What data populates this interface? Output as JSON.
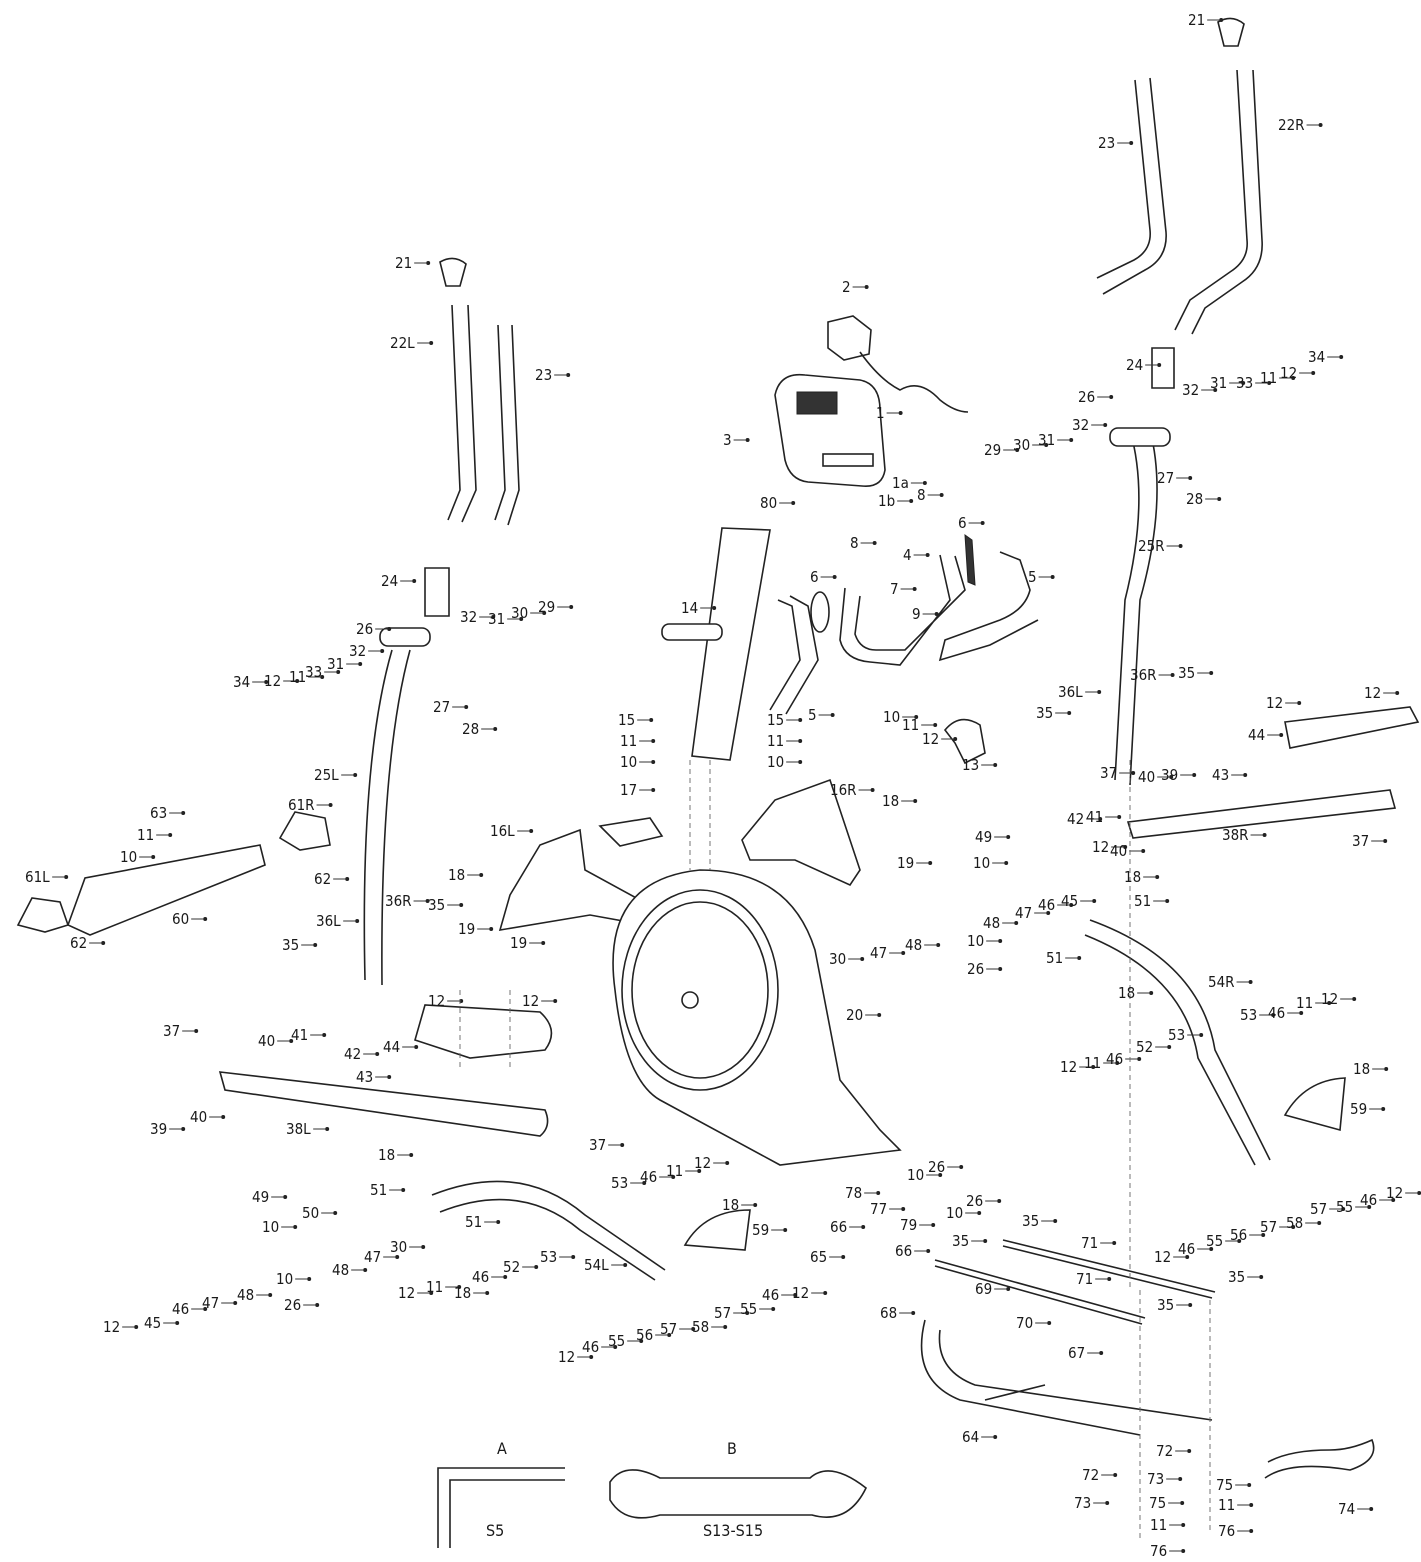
{
  "parts": {
    "p1": "1",
    "p1a": "1a",
    "p1b": "1b",
    "p2": "2",
    "p3": "3",
    "p4": "4",
    "p5a": "5",
    "p5b": "5",
    "p6a": "6",
    "p6b": "6",
    "p7": "7",
    "p8a": "8",
    "p8b": "8",
    "p9": "9",
    "p10a": "10",
    "p10b": "10",
    "p10c": "10",
    "p10d": "10",
    "p10e": "10",
    "p10f": "10",
    "p10g": "10",
    "p10h": "10",
    "p10i": "10",
    "p10j": "10",
    "p10k": "10",
    "p11a": "11",
    "p11b": "11",
    "p11c": "11",
    "p11d": "11",
    "p11e": "11",
    "p11f": "11",
    "p11g": "11",
    "p11h": "11",
    "p11i": "11",
    "p11j": "11",
    "p11k": "11",
    "p11l": "11",
    "p12a": "12",
    "p12b": "12",
    "p12c": "12",
    "p12d": "12",
    "p12e": "12",
    "p12f": "12",
    "p12g": "12",
    "p12h": "12",
    "p12i": "12",
    "p12j": "12",
    "p12k": "12",
    "p12l": "12",
    "p12m": "12",
    "p12n": "12",
    "p12o": "12",
    "p12p": "12",
    "p12q": "12",
    "p13": "13",
    "p14": "14",
    "p15a": "15",
    "p15b": "15",
    "p16L": "16L",
    "p16R": "16R",
    "p17": "17",
    "p18a": "18",
    "p18b": "18",
    "p18c": "18",
    "p18d": "18",
    "p18e": "18",
    "p18f": "18",
    "p18g": "18",
    "p18h": "18",
    "p18i": "18",
    "p19a": "19",
    "p19b": "19",
    "p19c": "19",
    "p20": "20",
    "p21a": "21",
    "p21b": "21",
    "p22L": "22L",
    "p22R": "22R",
    "p23a": "23",
    "p23b": "23",
    "p24a": "24",
    "p24b": "24",
    "p25L": "25L",
    "p25R": "25R",
    "p26a": "26",
    "p26b": "26",
    "p26c": "26",
    "p26d": "26",
    "p26e": "26",
    "p26f": "26",
    "p27a": "27",
    "p27b": "27",
    "p28a": "28",
    "p28b": "28",
    "p29a": "29",
    "p29b": "29",
    "p30a": "30",
    "p30b": "30",
    "p30c": "30",
    "p30d": "30",
    "p31a": "31",
    "p31b": "31",
    "p31c": "31",
    "p31d": "31",
    "p32a": "32",
    "p32b": "32",
    "p32c": "32",
    "p32d": "32",
    "p33a": "33",
    "p33b": "33",
    "p34a": "34",
    "p34b": "34",
    "p35a": "35",
    "p35b": "35",
    "p35c": "35",
    "p35d": "35",
    "p35e": "35",
    "p35f": "35",
    "p35g": "35",
    "p35h": "35",
    "p35i": "35",
    "p36La": "36L",
    "p36Ra": "36R",
    "p36Lb": "36L",
    "p36Rb": "36R",
    "p37a": "37",
    "p37b": "37",
    "p37c": "37",
    "p37d": "37",
    "p38L": "38L",
    "p38R": "38R",
    "p39a": "39",
    "p39b": "39",
    "p40a": "40",
    "p40b": "40",
    "p40c": "40",
    "p40d": "40",
    "p41a": "41",
    "p41b": "41",
    "p42a": "42",
    "p42b": "42",
    "p43a": "43",
    "p43b": "43",
    "p44a": "44",
    "p44b": "44",
    "p45a": "45",
    "p45b": "45",
    "p46a": "46",
    "p46b": "46",
    "p46c": "46",
    "p46d": "46",
    "p46e": "46",
    "p46f": "46",
    "p46g": "46",
    "p46h": "46",
    "p46i": "46",
    "p47a": "47",
    "p47b": "47",
    "p47c": "47",
    "p47d": "47",
    "p48a": "48",
    "p48b": "48",
    "p48c": "48",
    "p48d": "48",
    "p49a": "49",
    "p49b": "49",
    "p50": "50",
    "p51a": "51",
    "p51b": "51",
    "p51c": "51",
    "p51d": "51",
    "p52a": "52",
    "p52b": "52",
    "p53a": "53",
    "p53b": "53",
    "p53c": "53",
    "p53d": "53",
    "p54L": "54L",
    "p54R": "54R",
    "p55a": "55",
    "p55b": "55",
    "p55c": "55",
    "p55d": "55",
    "p56a": "56",
    "p56b": "56",
    "p57a": "57",
    "p57b": "57",
    "p57c": "57",
    "p57d": "57",
    "p58a": "58",
    "p58b": "58",
    "p59a": "59",
    "p59b": "59",
    "p60": "60",
    "p61L": "61L",
    "p61R": "61R",
    "p62a": "62",
    "p62b": "62",
    "p63": "63",
    "p64": "64",
    "p65": "65",
    "p66a": "66",
    "p66b": "66",
    "p67": "67",
    "p68": "68",
    "p69": "69",
    "p70": "70",
    "p71a": "71",
    "p71b": "71",
    "p72a": "72",
    "p72b": "72",
    "p73a": "73",
    "p73b": "73",
    "p74": "74",
    "p75a": "75",
    "p75b": "75",
    "p76a": "76",
    "p76b": "76",
    "p77": "77",
    "p78": "78",
    "p79": "79",
    "p80": "80"
  },
  "tools": {
    "a_letter": "A",
    "a_size": "S5",
    "b_letter": "B",
    "b_size": "S13-S15"
  },
  "colors": {
    "ink": "#222222",
    "background": "#ffffff"
  }
}
